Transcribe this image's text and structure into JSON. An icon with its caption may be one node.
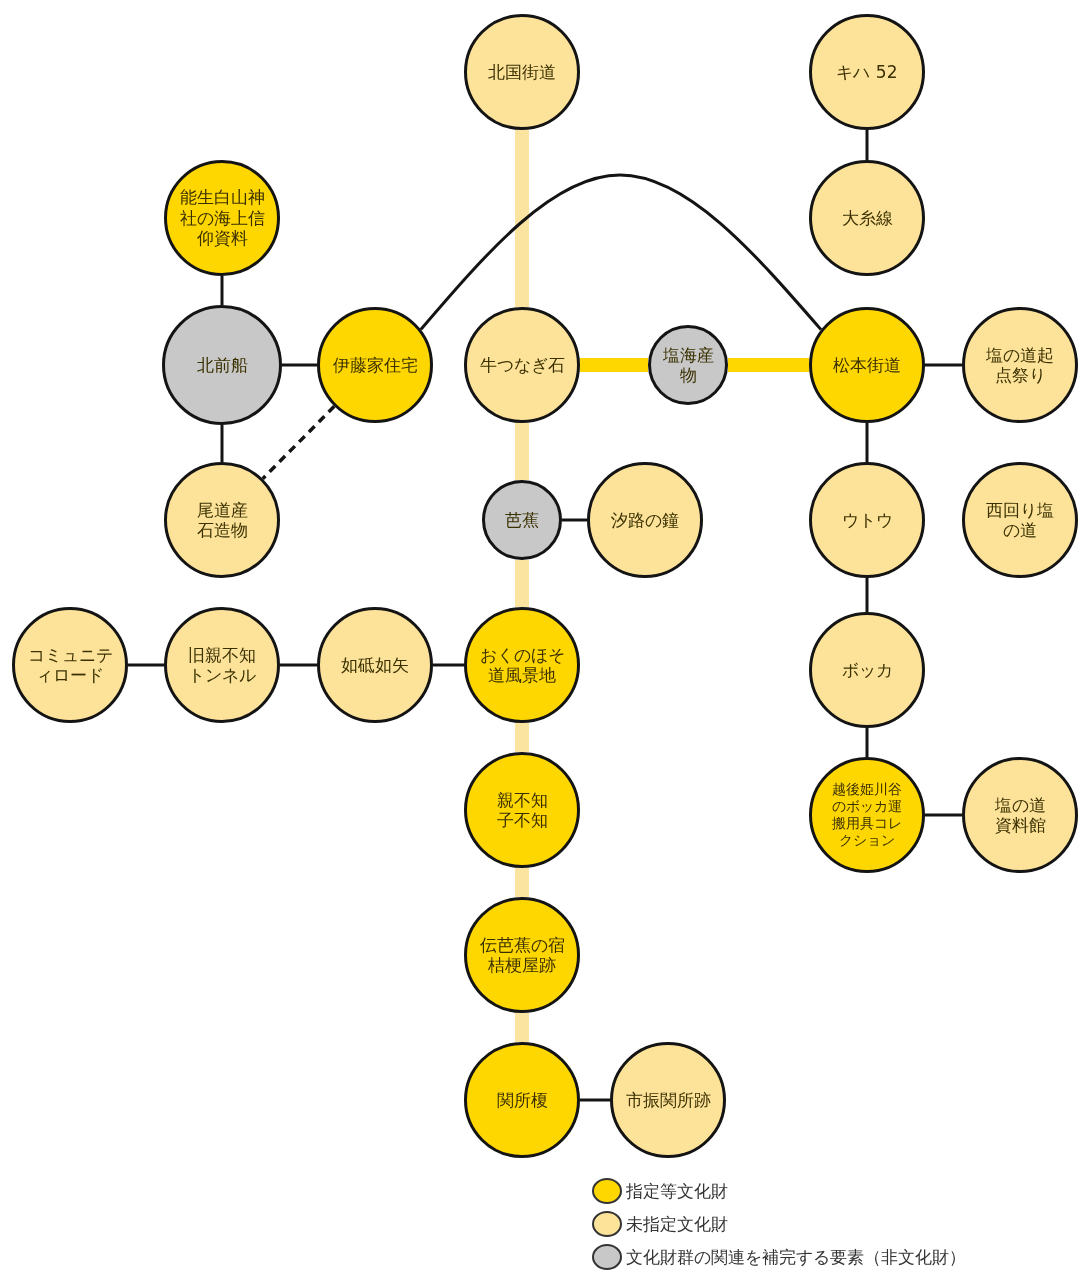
{
  "diagram": {
    "nodes": [
      {
        "text": [
          "北国街道"
        ]
      },
      {
        "text": [
          "キハ 52"
        ]
      },
      {
        "text": [
          "能生白山神社の海上信仰資料"
        ]
      },
      {
        "text": [
          "大糸線"
        ]
      },
      {
        "text": [
          "北前船"
        ]
      },
      {
        "text": [
          "伊藤家住宅"
        ]
      },
      {
        "text": [
          "牛つなぎ石"
        ]
      },
      {
        "text": [
          "塩海産物"
        ]
      },
      {
        "text": [
          "松本街道"
        ]
      },
      {
        "text": [
          "塩の道起点祭り"
        ]
      },
      {
        "text": [
          "尾道産石造物"
        ]
      },
      {
        "text": [
          "芭蕉"
        ]
      },
      {
        "text": [
          "汐路の鐘"
        ]
      },
      {
        "text": [
          "ウトウ"
        ]
      },
      {
        "text": [
          "西回り塩の道"
        ]
      },
      {
        "text": [
          "コミュニティロード"
        ]
      },
      {
        "text": [
          "旧親不知トンネル"
        ]
      },
      {
        "text": [
          "如砥如矢"
        ]
      },
      {
        "text": [
          "おくのほそ道風景地"
        ]
      },
      {
        "text": [
          "ボッカ"
        ]
      },
      {
        "text": [
          "親不知子不知"
        ]
      },
      {
        "text": [
          "越後姫川谷のボッカ運搬用具コレクション"
        ]
      },
      {
        "text": [
          "塩の道資料館"
        ]
      },
      {
        "text": [
          "伝芭蕉の宿桔梗屋跡"
        ]
      },
      {
        "text": [
          "関所榎"
        ]
      },
      {
        "text": [
          "市振関所跡"
        ]
      }
    ],
    "edges": [
      {
        "from": 0,
        "to": 6,
        "arrow": "none",
        "style": "thick",
        "color": "#fbe3a0"
      },
      {
        "from": 1,
        "to": 3,
        "arrow": "none"
      },
      {
        "from": 2,
        "to": 4,
        "arrow": "none"
      },
      {
        "from": 4,
        "to": 5,
        "arrow": "none"
      },
      {
        "from": 4,
        "to": 10,
        "arrow": "none"
      },
      {
        "from": 5,
        "to": 8,
        "arrow": "none"
      },
      {
        "from": 5,
        "to": 10,
        "arrow": "none",
        "style": "dashed"
      },
      {
        "from": 6,
        "to": 7,
        "arrow": "none",
        "style": "thick",
        "color": "#ffd700"
      },
      {
        "from": 7,
        "to": 8,
        "arrow": "none",
        "style": "thick",
        "color": "#ffd700"
      },
      {
        "from": 8,
        "to": 9,
        "arrow": "none"
      },
      {
        "from": 6,
        "to": 11,
        "arrow": "none",
        "style": "thick",
        "color": "#fbe3a0"
      },
      {
        "from": 11,
        "to": 12,
        "arrow": "none"
      },
      {
        "from": 8,
        "to": 13,
        "arrow": "none"
      },
      {
        "from": 11,
        "to": 18,
        "arrow": "none",
        "style": "thick",
        "color": "#fbe3a0"
      },
      {
        "from": 15,
        "to": 16,
        "arrow": "none"
      },
      {
        "from": 16,
        "to": 17,
        "arrow": "none"
      },
      {
        "from": 17,
        "to": 18,
        "arrow": "none"
      },
      {
        "from": 13,
        "to": 19,
        "arrow": "none"
      },
      {
        "from": 18,
        "to": 20,
        "arrow": "none",
        "style": "thick",
        "color": "#fbe3a0"
      },
      {
        "from": 19,
        "to": 21,
        "arrow": "none"
      },
      {
        "from": 21,
        "to": 22,
        "arrow": "none"
      },
      {
        "from": 20,
        "to": 23,
        "arrow": "none",
        "style": "thick",
        "color": "#fbe3a0"
      },
      {
        "from": 23,
        "to": 24,
        "arrow": "none",
        "style": "thick",
        "color": "#fbe3a0"
      },
      {
        "from": 24,
        "to": 25,
        "arrow": "none"
      }
    ],
    "legend": [
      {
        "text": "指定等文化財",
        "color": "#ffd700"
      },
      {
        "text": "未指定文化財",
        "color": "#fde39a"
      },
      {
        "text": "文化財群の関連を補完する要素（非文化財）",
        "color": "#c8c8c8"
      }
    ]
  }
}
